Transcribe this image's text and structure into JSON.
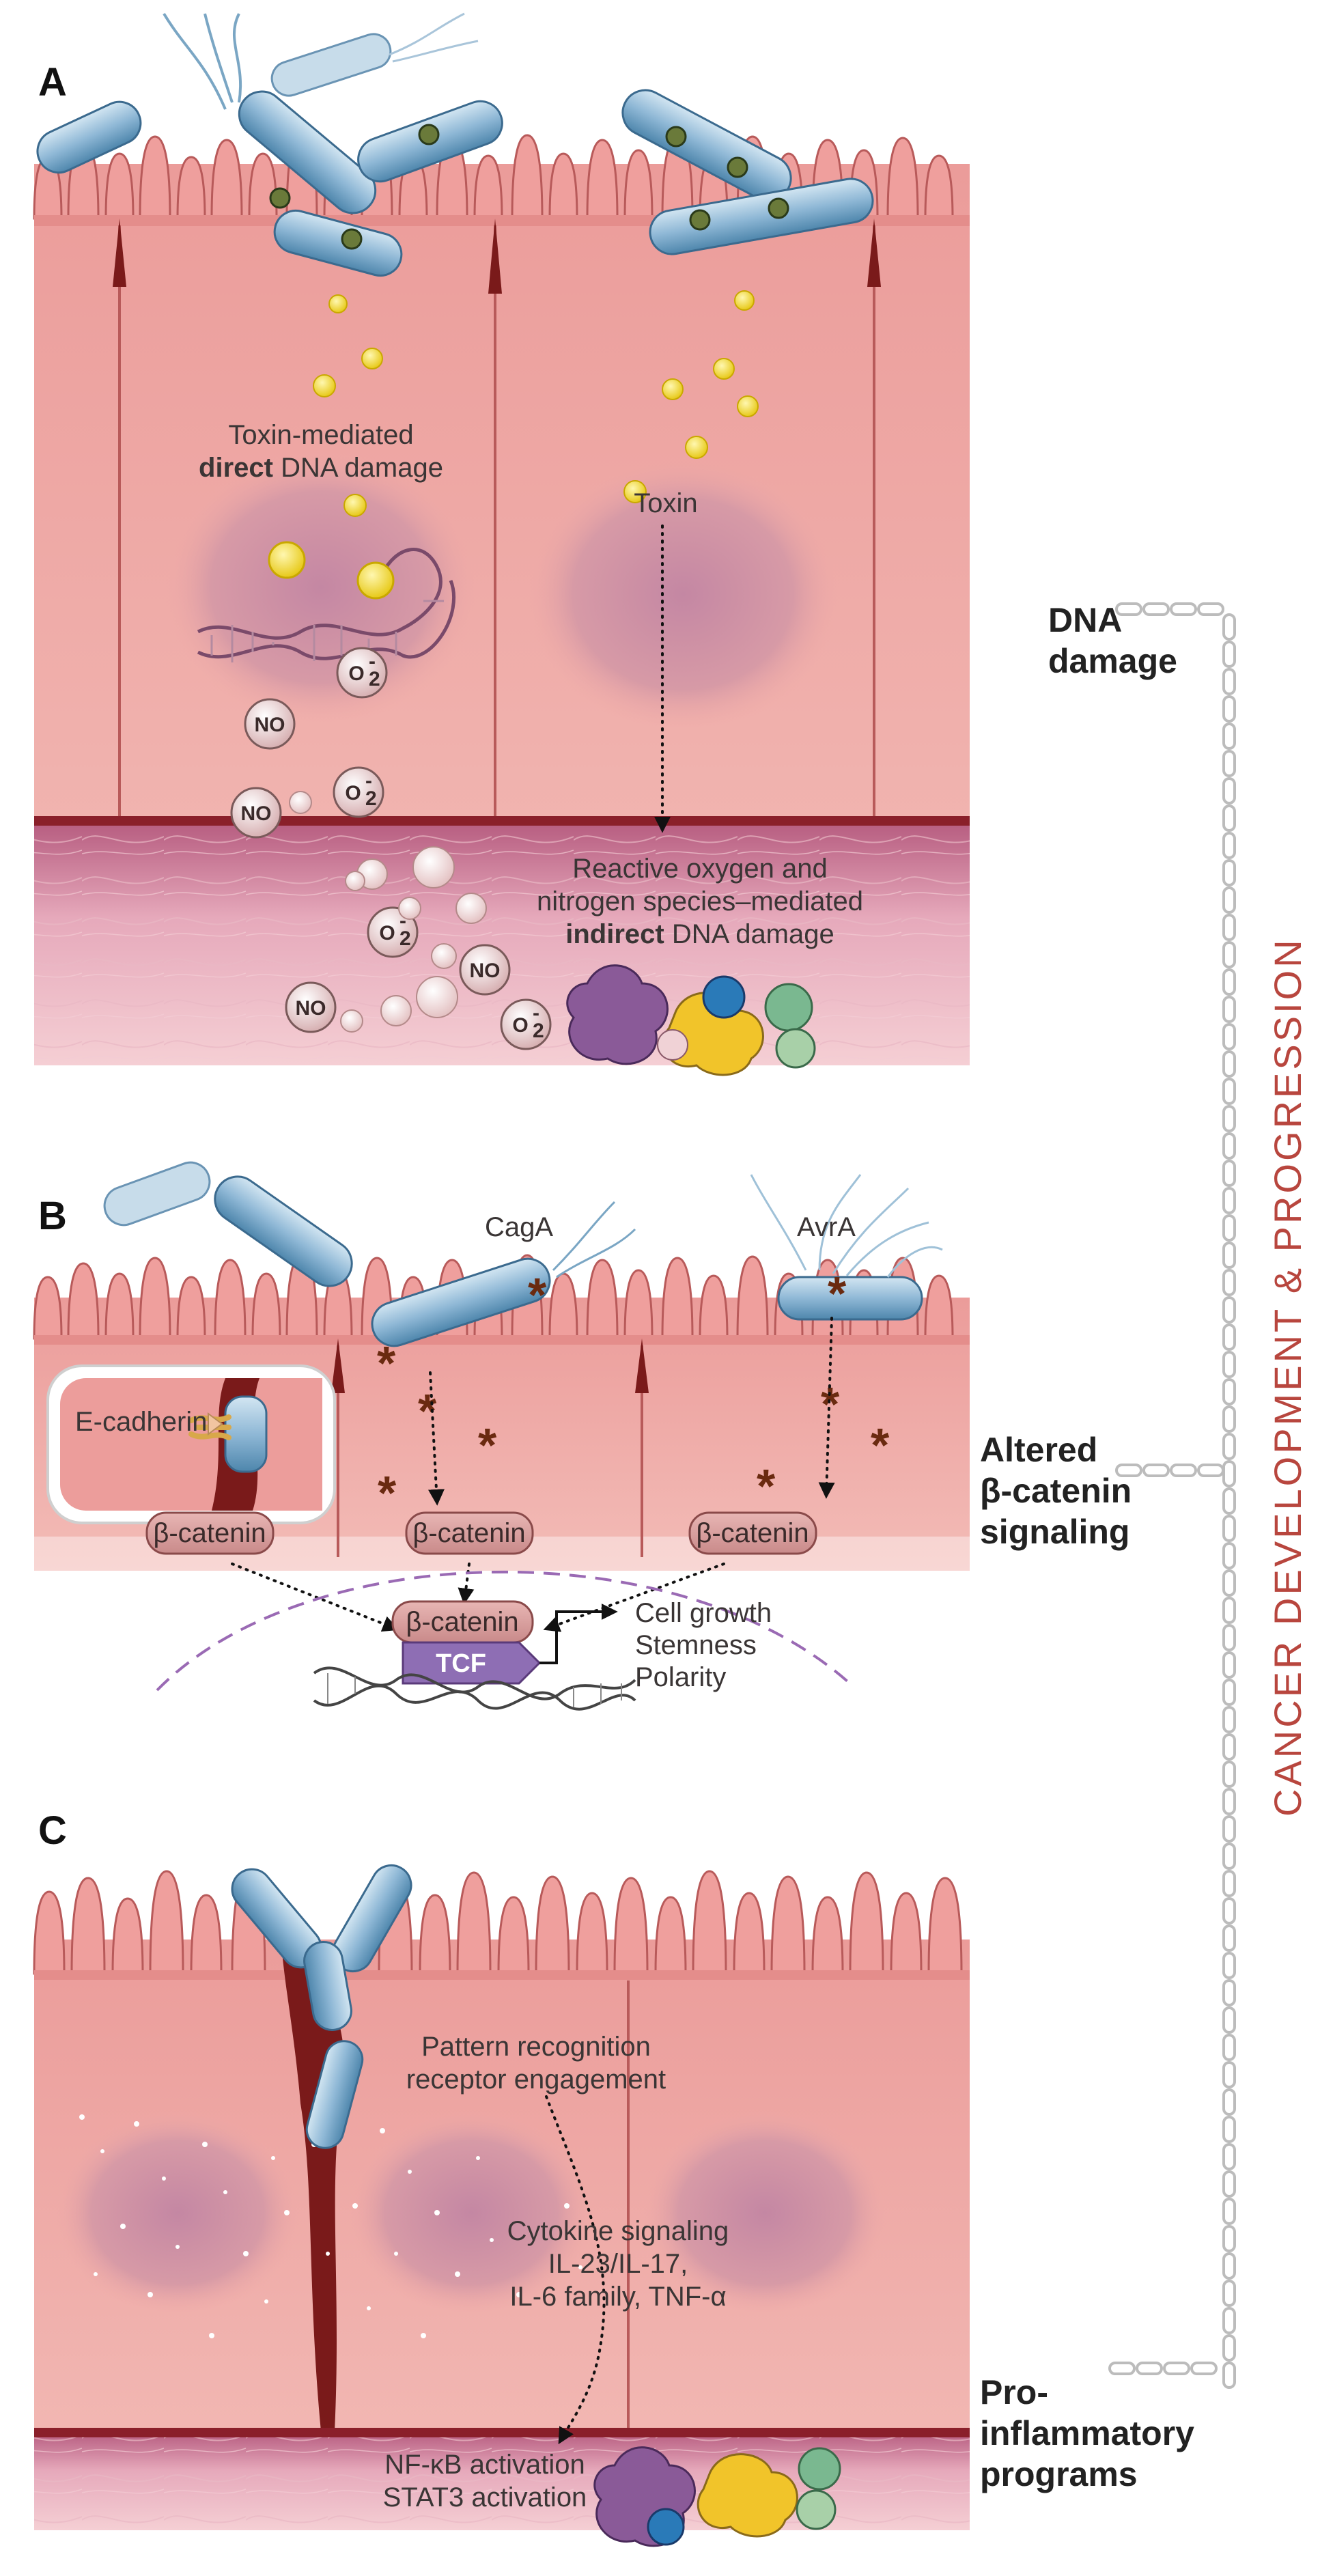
{
  "panels": {
    "a": {
      "letter": "A",
      "direct_label_1": "Toxin-mediated",
      "direct_label_2_bold": "direct",
      "direct_label_2_rest": " DNA damage",
      "toxin_label": "Toxin",
      "indirect_label_1": "Reactive oxygen and",
      "indirect_label_2": "nitrogen species–mediated",
      "indirect_label_3_bold": "indirect",
      "indirect_label_3_rest": " DNA damage",
      "no_label": "NO",
      "o2_label": "O",
      "o2_sub": "2",
      "o2_sup": "-"
    },
    "b": {
      "letter": "B",
      "cag_label": "CagA",
      "avr_label": "AvrA",
      "ecadherin_label": "E-cadherin",
      "bcatenin_label": "β-catenin",
      "tcf_label": "TCF",
      "outcome_1": "Cell growth",
      "outcome_2": "Stemness",
      "outcome_3": "Polarity"
    },
    "c": {
      "letter": "C",
      "prr_1": "Pattern recognition",
      "prr_2": "receptor engagement",
      "cyto_1": "Cytokine signaling",
      "cyto_2": "IL-23/IL-17,",
      "cyto_3": "IL-6 family, TNF-α",
      "nfkb": "NF-κB activation",
      "stat3": "STAT3 activation"
    }
  },
  "side": {
    "dna_1": "DNA",
    "dna_2": "damage",
    "bcat_1": "Altered",
    "bcat_2": "β-catenin",
    "bcat_3": "signaling",
    "pro_1": "Pro-",
    "pro_2": "inflammatory",
    "pro_3": "programs",
    "vertical_title": "CANCER DEVELOPMENT & PROGRESSION"
  },
  "colors": {
    "cell": "#efaaa7",
    "cell_light": "#f6c4c0",
    "cell_dark": "#7a1a1a",
    "nucleus": "#c88aa0",
    "stroma": "#c77390",
    "bacteria": "#8fb8d6",
    "toxin": "#f1dc2a",
    "accent_red": "#b8463e",
    "tcf": "#8e6eb4"
  }
}
